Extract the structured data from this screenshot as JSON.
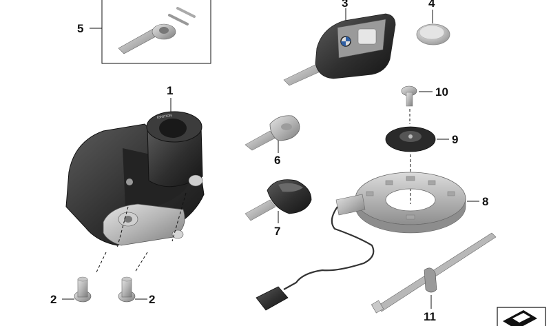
{
  "callouts": [
    "1",
    "2",
    "2",
    "3",
    "4",
    "5",
    "6",
    "7",
    "8",
    "9",
    "10",
    "11"
  ],
  "parts": [
    {
      "callout": "1",
      "icon": "ignition-switch-icon"
    },
    {
      "callout": "2",
      "icon": "screw-icon"
    },
    {
      "callout": "3",
      "icon": "flip-key-icon"
    },
    {
      "callout": "4",
      "icon": "coin-battery-icon"
    },
    {
      "callout": "5",
      "icon": "lever-kit-icon"
    },
    {
      "callout": "6",
      "icon": "key-blank-icon"
    },
    {
      "callout": "7",
      "icon": "key-icon"
    },
    {
      "callout": "8",
      "icon": "ring-antenna-icon"
    },
    {
      "callout": "9",
      "icon": "cover-cap-icon"
    },
    {
      "callout": "10",
      "icon": "screw-icon"
    },
    {
      "callout": "11",
      "icon": "cable-tie-icon"
    }
  ],
  "ignition_face_text": "IGNITION",
  "colors": {
    "line": "#111111",
    "metal": "#b9b9b9",
    "dark": "#2b2b2b",
    "housing": "#3a3a3a"
  }
}
